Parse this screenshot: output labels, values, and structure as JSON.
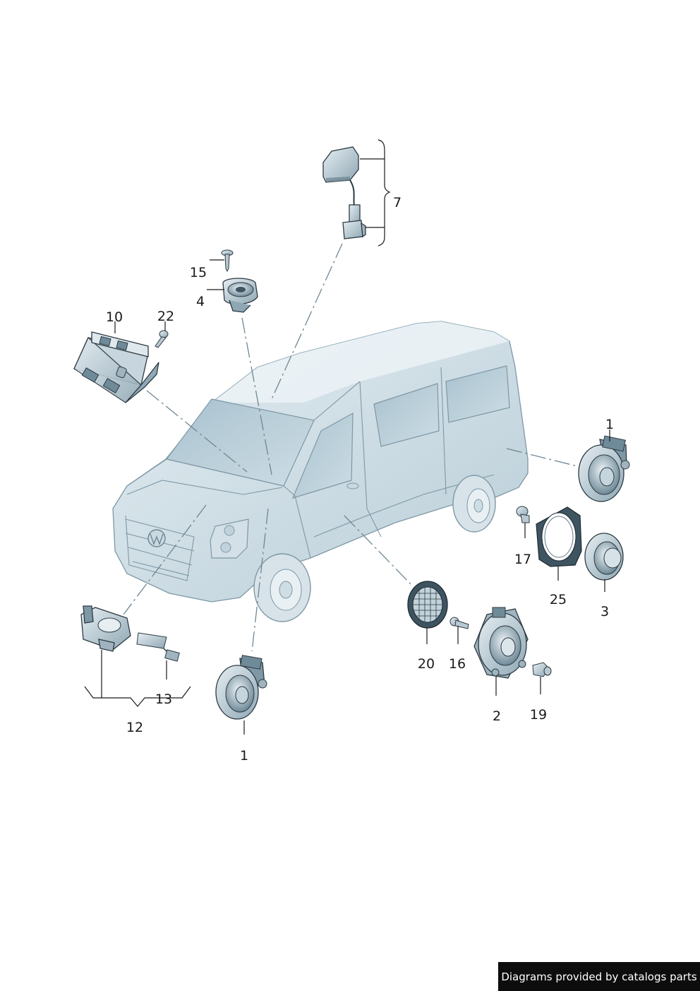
{
  "diagram": {
    "callouts": {
      "c1_right": "1",
      "c1_bottom": "1",
      "c2": "2",
      "c3": "3",
      "c4": "4",
      "c7": "7",
      "c10": "10",
      "c12": "12",
      "c13": "13",
      "c15": "15",
      "c16": "16",
      "c17": "17",
      "c19": "19",
      "c20": "20",
      "c22": "22",
      "c25": "25"
    },
    "credit": "Diagrams provided by catalogs parts"
  }
}
